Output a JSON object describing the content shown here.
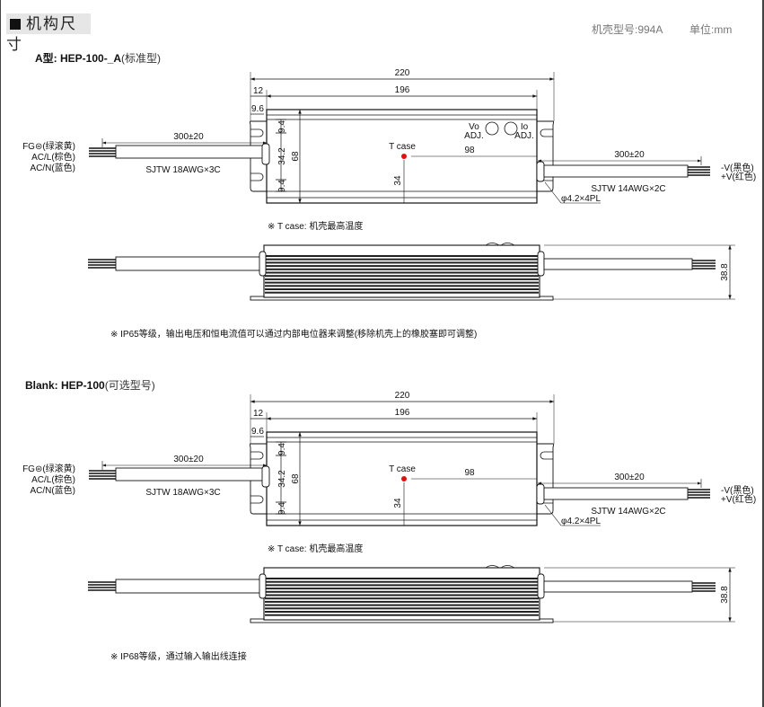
{
  "header": {
    "title": "机构尺寸",
    "case_model": "机壳型号:994A",
    "unit": "单位:mm"
  },
  "sections": [
    {
      "title_bold": "A型: HEP-100-_A",
      "title_paren": "(标准型)",
      "has_adj": true,
      "dims": {
        "overall": "220",
        "body": "196",
        "flange": "12",
        "slot": "9.6",
        "edge_top": "9.4",
        "center": "34.2",
        "edge_bottom": "9.4",
        "height": "68",
        "tcase_x": "98",
        "tcase_y": "34",
        "cable_len_in": "300±20",
        "cable_len_out": "300±20",
        "side_height": "38.8"
      },
      "tcase_label": "T case",
      "vo_adj": [
        "Vo",
        "ADJ."
      ],
      "io_adj": [
        "Io",
        "ADJ."
      ],
      "input_wires": [
        "FG⊜(绿滚黄)",
        "AC/L(棕色)",
        "AC/N(蓝色)"
      ],
      "input_cable": "SJTW 18AWG×3C",
      "output_wires": [
        "-V(黑色)",
        "+V(红色)"
      ],
      "output_cable": "SJTW 14AWG×2C",
      "hole_note": "φ4.2×4PL",
      "tcase_note": "※ T case: 机壳最高温度",
      "footnote": "※ IP65等级，输出电压和恒电流值可以通过内部电位器来调整(移除机壳上的橡胶塞即可调整)"
    },
    {
      "title_bold": "Blank: HEP-100",
      "title_paren": "(可选型号)",
      "has_adj": false,
      "dims": {
        "overall": "220",
        "body": "196",
        "flange": "12",
        "slot": "9.6",
        "edge_top": "9.4",
        "center": "34.2",
        "edge_bottom": "9.4",
        "height": "68",
        "tcase_x": "98",
        "tcase_y": "34",
        "cable_len_in": "300±20",
        "cable_len_out": "300±20",
        "side_height": "38.8"
      },
      "tcase_label": "T case",
      "input_wires": [
        "FG⊜(绿滚黄)",
        "AC/L(棕色)",
        "AC/N(蓝色)"
      ],
      "input_cable": "SJTW 18AWG×3C",
      "output_wires": [
        "-V(黑色)",
        "+V(红色)"
      ],
      "output_cable": "SJTW 14AWG×2C",
      "hole_note": "φ4.2×4PL",
      "tcase_note": "※ T case: 机壳最高温度",
      "footnote": "※  IP68等级，通过输入输出线连接"
    }
  ],
  "colors": {
    "tcase_dot": "#e01010",
    "header_bg": "#e6e6e6"
  }
}
